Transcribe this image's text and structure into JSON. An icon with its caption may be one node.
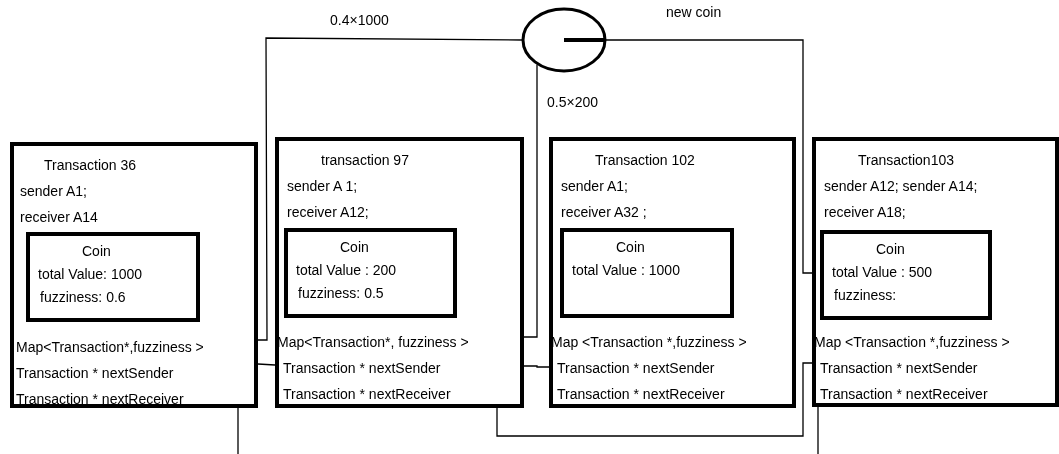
{
  "diagram": {
    "nodes": [
      {
        "text": [
          "Transaction 36",
          "sender A1;",
          "receiver A14",
          "Map<Transaction*,fuzziness >",
          "Transaction * nextSender",
          "Transaction * nextReceiver"
        ]
      },
      {
        "text": [
          "Coin",
          "total Value: 1000",
          "fuzziness: 0.6"
        ],
        "in": 0
      },
      {
        "text": [
          "transaction 97",
          "sender A 1;",
          "receiver A12;",
          "Map<Transaction*, fuzziness >",
          "Transaction * nextSender",
          "Transaction * nextReceiver"
        ]
      },
      {
        "text": [
          "Coin",
          "total Value : 200",
          "fuzziness: 0.5"
        ],
        "in": 2
      },
      {
        "text": [
          "Transaction 102",
          "sender A1;",
          "receiver A32 ;",
          "Map <Transaction *,fuzziness >",
          "Transaction * nextSender",
          "Transaction * nextReceiver"
        ]
      },
      {
        "text": [
          "Coin",
          "total Value : 1000"
        ],
        "in": 4
      },
      {
        "text": [
          "Transaction103",
          "sender A12; sender A14;",
          "receiver A18;",
          "Map <Transaction *,fuzziness >",
          "Transaction * nextSender",
          "Transaction * nextReceiver"
        ]
      },
      {
        "text": [
          "Coin",
          "total Value : 500",
          "fuzziness:"
        ],
        "in": 6
      },
      {
        "text": [],
        "shape": "circle"
      }
    ],
    "edges": [
      {
        "from": 8,
        "to": 0,
        "arrow": "none",
        "label": "0.4×1000"
      },
      {
        "from": 8,
        "to": 2,
        "arrow": "none",
        "label": "0.5×200"
      },
      {
        "from": 8,
        "to": 7,
        "arrow": "none",
        "label": "new coin"
      },
      {
        "from": 0,
        "to": 2,
        "arrow": "none"
      },
      {
        "from": 2,
        "to": 4,
        "arrow": "none"
      },
      {
        "from": 2,
        "to": 6,
        "arrow": "none"
      },
      {
        "from": 0,
        "to": null,
        "arrow": "none"
      },
      {
        "from": 6,
        "to": null,
        "arrow": "none"
      }
    ]
  }
}
